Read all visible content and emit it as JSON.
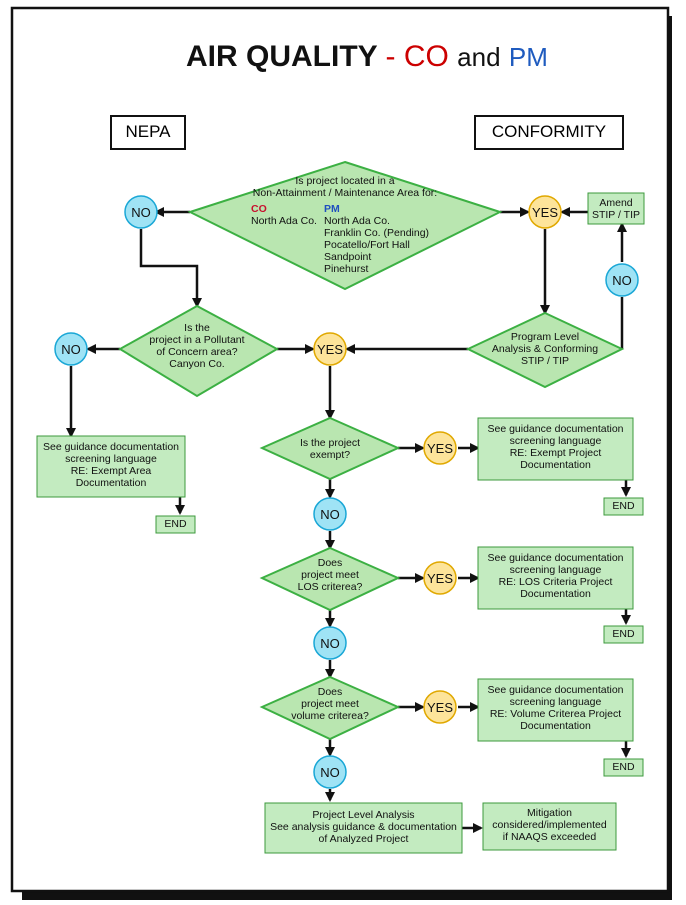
{
  "title": {
    "main": "AIR QUALITY",
    "dash": "-",
    "co": "CO",
    "and": "and",
    "pm": "PM"
  },
  "headers": {
    "nepa": "NEPA",
    "conformity": "CONFORMITY"
  },
  "decisions": {
    "nonattainment": {
      "line1": "Is project located in a",
      "line2": "Non-Attainment / Maintenance Area for:",
      "co_label": "CO",
      "co_area": "North Ada Co.",
      "pm_label": "PM",
      "pm_areas": [
        "North Ada Co.",
        "Franklin Co. (Pending)",
        "Pocatello/Fort Hall",
        "Sandpoint",
        "Pinehurst"
      ]
    },
    "pollutant": {
      "lines": [
        "Is the",
        "project in a Pollutant",
        "of Concern area?",
        "Canyon Co."
      ]
    },
    "program_level": {
      "lines": [
        "Program Level",
        "Analysis & Conforming",
        "STIP / TIP"
      ]
    },
    "exempt": {
      "lines": [
        "Is the project",
        "exempt?"
      ]
    },
    "los": {
      "lines": [
        "Does",
        "project meet",
        "LOS criterea?"
      ]
    },
    "volume": {
      "lines": [
        "Does",
        "project meet",
        "volume criterea?"
      ]
    }
  },
  "boxes": {
    "amend": {
      "lines": [
        "Amend",
        "STIP / TIP"
      ]
    },
    "exempt_area": {
      "lines": [
        "See guidance documentation",
        "screening language",
        "RE: Exempt Area",
        "Documentation"
      ]
    },
    "exempt_project": {
      "lines": [
        "See guidance documentation",
        "screening language",
        "RE: Exempt Project",
        "Documentation"
      ]
    },
    "los_project": {
      "lines": [
        "See guidance documentation",
        "screening language",
        "RE: LOS Criteria Project",
        "Documentation"
      ]
    },
    "volume_project": {
      "lines": [
        "See guidance documentation",
        "screening language",
        "RE: Volume Criterea Project",
        "Documentation"
      ]
    },
    "project_level": {
      "lines": [
        "Project Level Analysis",
        "See analysis guidance & documentation",
        "of Analyzed Project"
      ]
    },
    "mitigation": {
      "lines": [
        "Mitigation",
        "considered/implemented",
        "if NAAQS exceeded"
      ]
    }
  },
  "answers": {
    "yes": "YES",
    "no": "NO"
  },
  "end_label": "END",
  "colors": {
    "diamond_fill": "#b9e6b0",
    "diamond_stroke": "#3cb043",
    "box_fill": "#c3ebc0",
    "box_stroke": "#3c9a3c",
    "yes_fill": "#fde49a",
    "yes_stroke": "#e0a800",
    "no_fill": "#9fe3f5",
    "no_stroke": "#1aa7d6"
  }
}
